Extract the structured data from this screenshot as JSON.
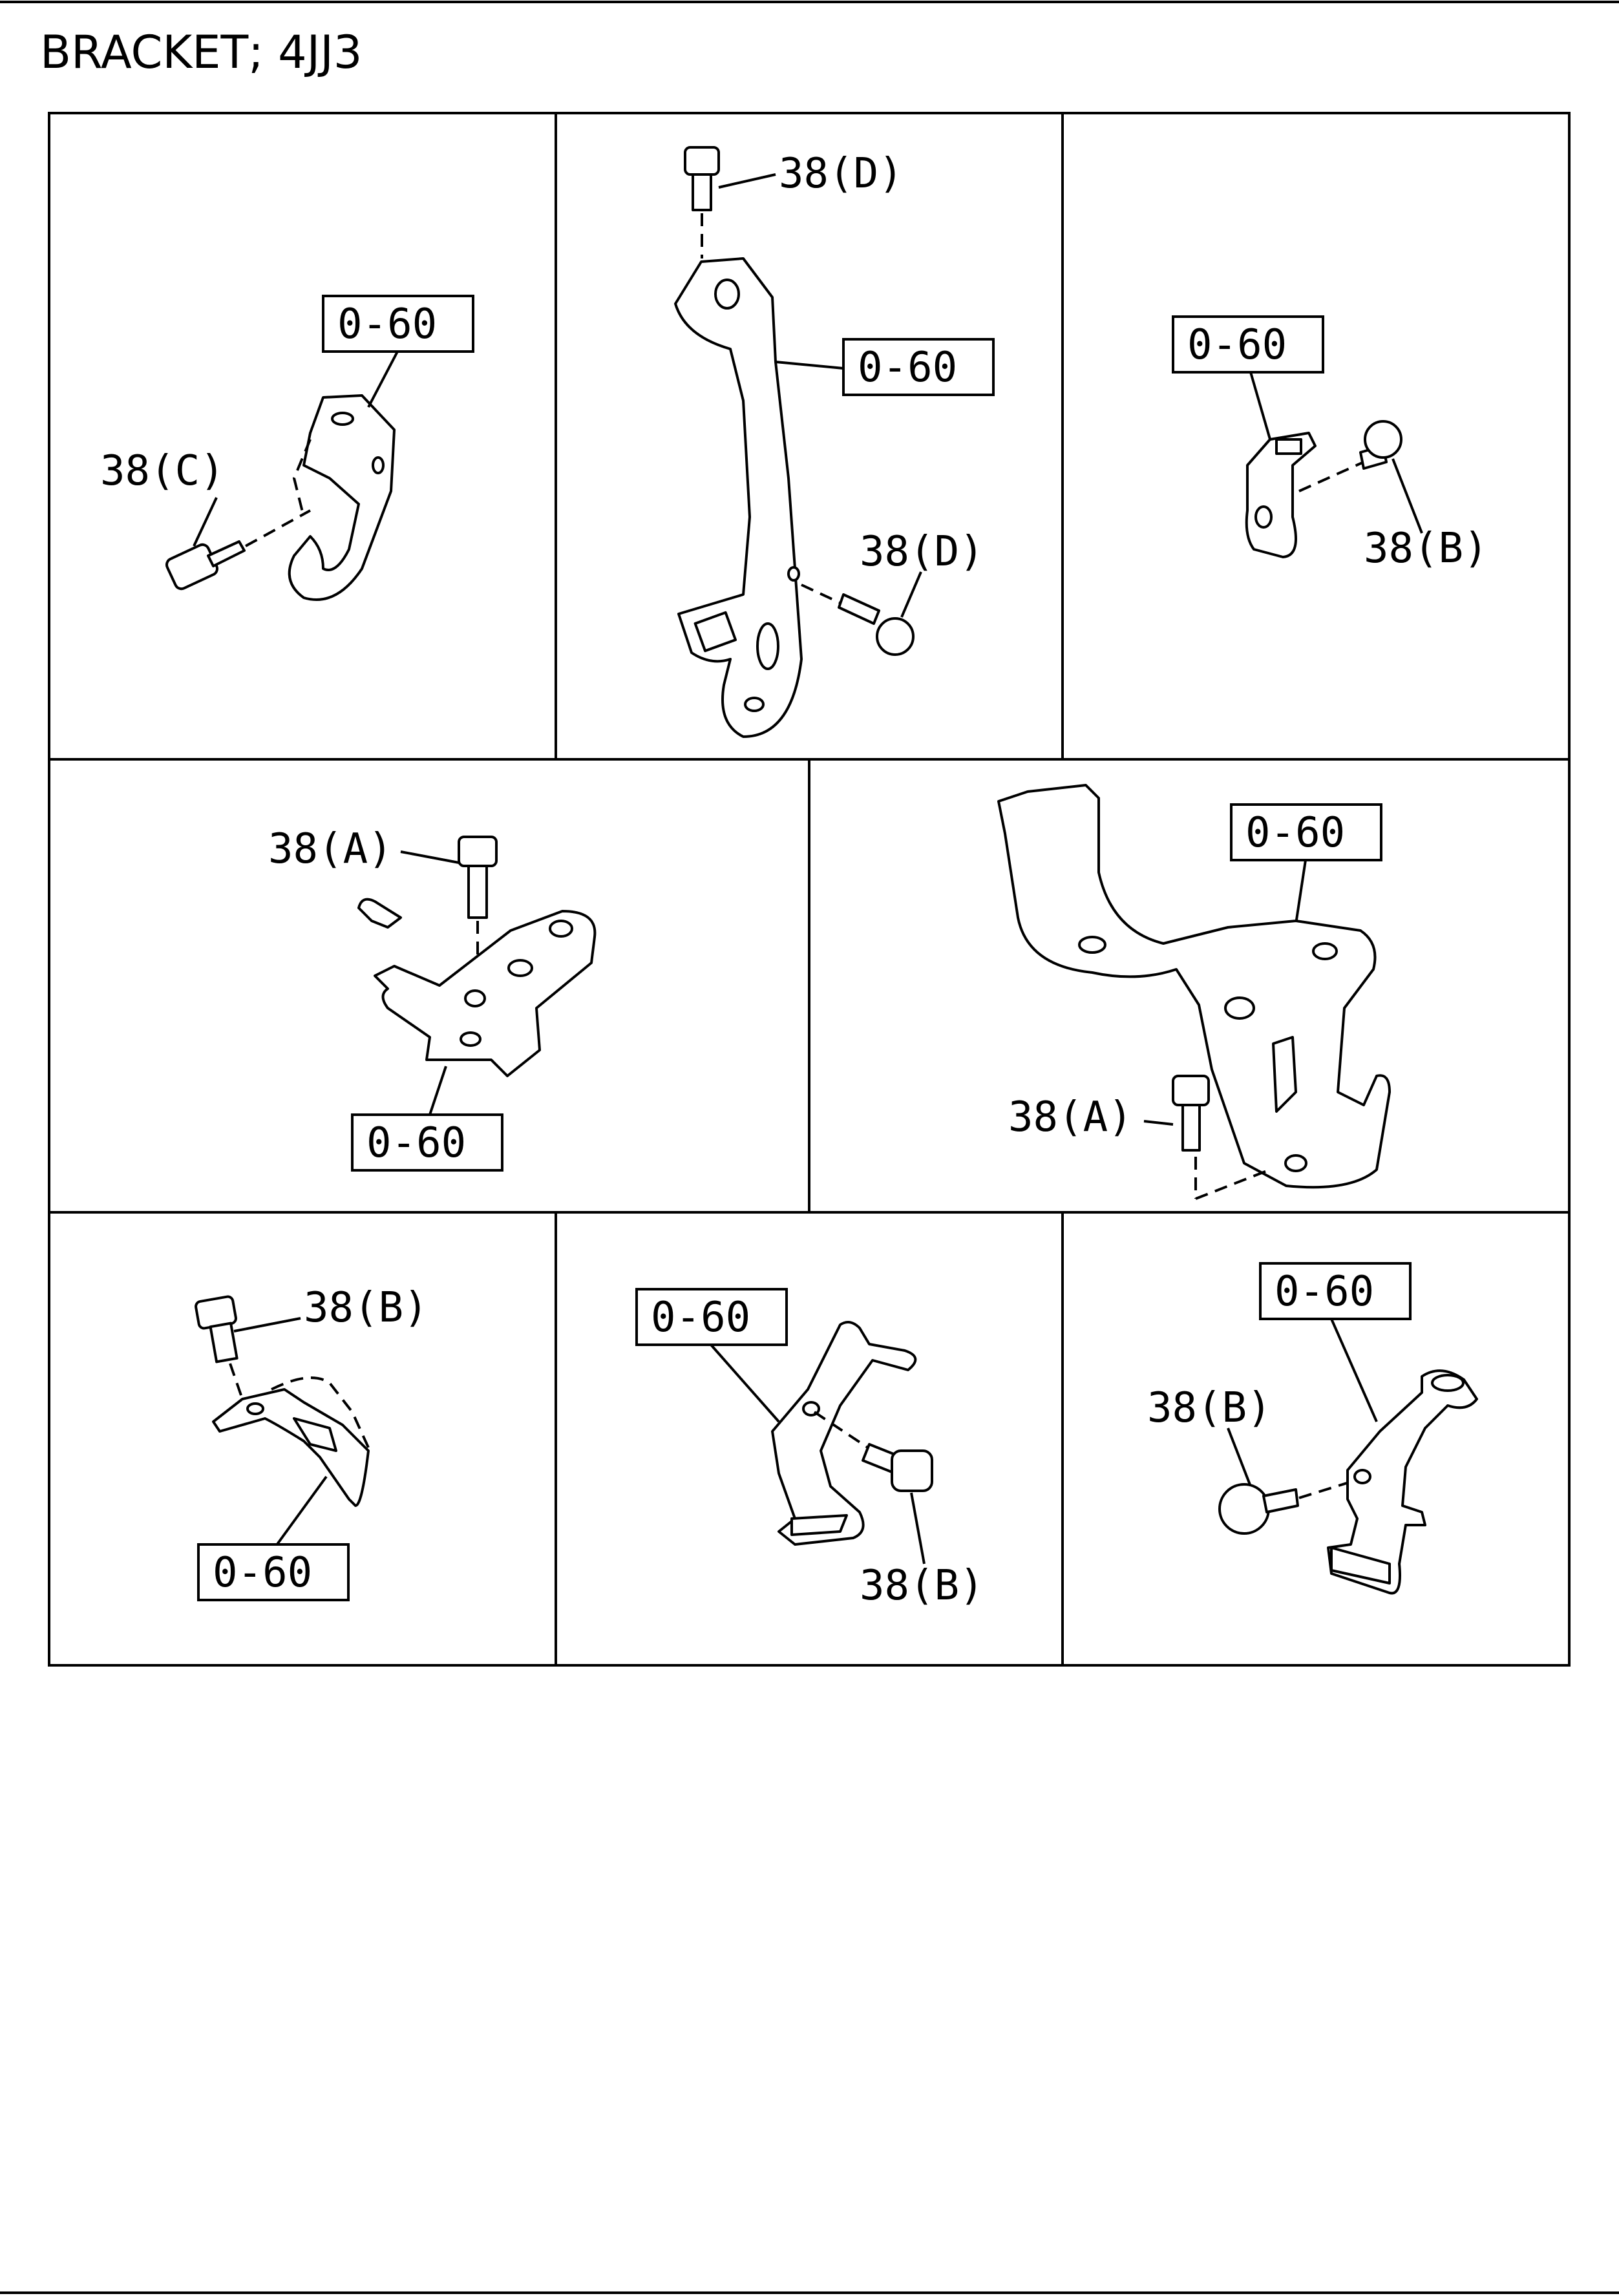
{
  "title": "BRACKET; 4JJ3",
  "labels": {
    "part_0_60": "0-60",
    "bolt_a": "38(A)",
    "bolt_b": "38(B)",
    "bolt_c": "38(C)",
    "bolt_d": "38(D)"
  },
  "colors": {
    "line": "#000000",
    "background": "#ffffff"
  }
}
